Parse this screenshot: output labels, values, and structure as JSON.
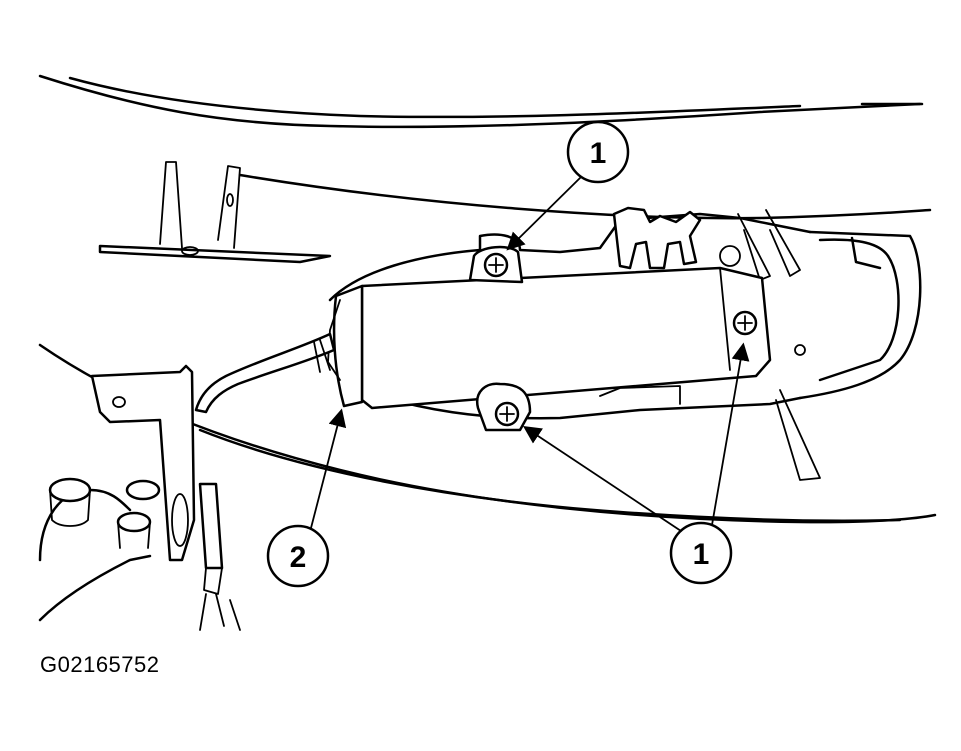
{
  "figure_id": "G02165752",
  "callouts": [
    {
      "id": "callout-1-top",
      "label": "1"
    },
    {
      "id": "callout-1-bottom",
      "label": "1"
    },
    {
      "id": "callout-2",
      "label": "2"
    }
  ]
}
